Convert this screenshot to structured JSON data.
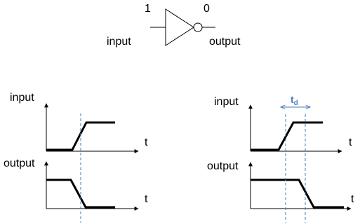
{
  "inverter": {
    "input_value": "1",
    "output_value": "0",
    "input_label": "input",
    "output_label": "output"
  },
  "left_panel": {
    "input_label": "input",
    "output_label": "output",
    "t_label_top": "t",
    "t_label_bottom": "t"
  },
  "right_panel": {
    "input_label": "input",
    "output_label": "output",
    "t_label_top": "t",
    "t_label_bottom": "t",
    "delay_symbol": "t",
    "delay_subscript": "d"
  },
  "colors": {
    "signal": "#000000",
    "axis": "#000000",
    "marker": "#4a7ebb",
    "delay_label": "#4a7ebb"
  }
}
